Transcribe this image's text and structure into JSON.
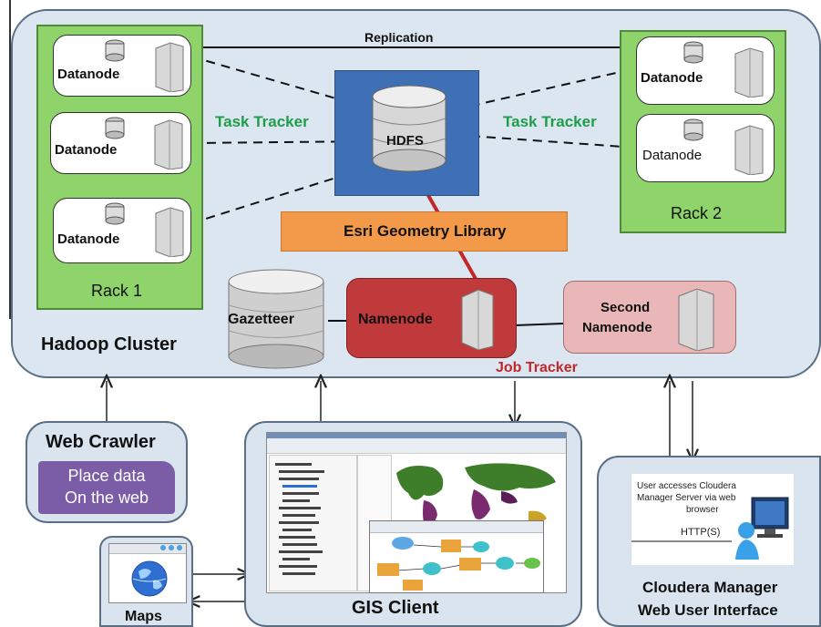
{
  "cluster": {
    "title": "Hadoop Cluster",
    "replication_label": "Replication",
    "task_tracker_left": "Task Tracker",
    "task_tracker_right": "Task Tracker",
    "job_tracker": "Job Tracker"
  },
  "rack1": {
    "label": "Rack 1",
    "nodes": [
      "Datanode",
      "Datanode",
      "Datanode"
    ]
  },
  "rack2": {
    "label": "Rack 2",
    "nodes": [
      "Datanode",
      "Datanode"
    ]
  },
  "hdfs": {
    "label": "HDFS"
  },
  "esri": {
    "label": "Esri Geometry Library"
  },
  "gazetteer": {
    "label": "Gazetteer"
  },
  "namenode": {
    "label": "Namenode"
  },
  "second_namenode": {
    "line1": "Second",
    "line2": "Namenode"
  },
  "web_crawler": {
    "title": "Web Crawler",
    "note_line1": "Place data",
    "note_line2": "On the web"
  },
  "gis_client": {
    "title": "GIS Client"
  },
  "maps": {
    "label": "Maps"
  },
  "cloudera": {
    "title_line1": "Cloudera Manager",
    "title_line2": "Web User Interface",
    "caption_line1": "User accesses Cloudera",
    "caption_line2": "Manager Server via web",
    "caption_line3": "browser",
    "protocol": "HTTP(S)"
  },
  "colors": {
    "rack": "#8fd46a",
    "hdfs_box": "#3f6fb5",
    "esri_bar": "#f39a4a",
    "namenode": "#c0393b",
    "second_namenode": "#e9b7b7",
    "task_tracker": "#1f9e4a",
    "job_tracker": "#c0282a",
    "crawler_note": "#7a5ca7"
  }
}
